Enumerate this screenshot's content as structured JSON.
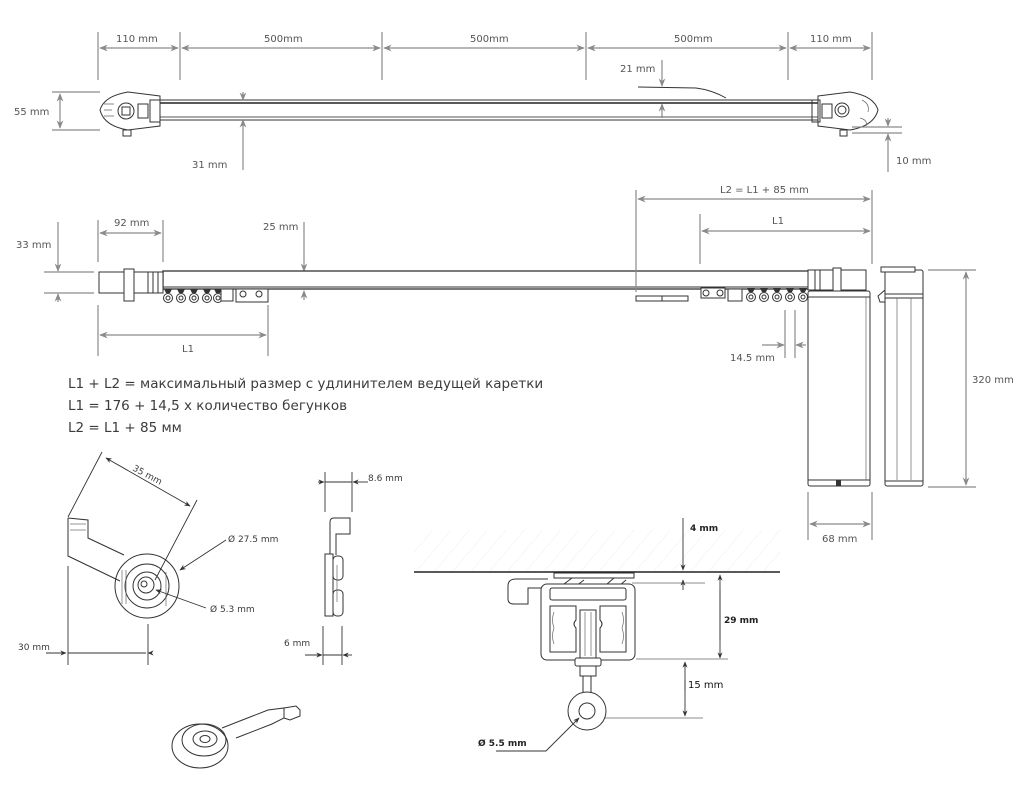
{
  "colors": {
    "dimension_line": "#8a8a8a",
    "drawing_line": "#333333",
    "label_text": "#555555",
    "background": "#ffffff"
  },
  "top_view": {
    "segments": [
      "110 mm",
      "500mm",
      "500mm",
      "500mm",
      "110 mm"
    ],
    "height_label": "55 mm",
    "rail_width_label": "31 mm",
    "overlap_label": "21 mm",
    "offset_label": "10 mm"
  },
  "side_view": {
    "end_cap_label": "92 mm",
    "height_label": "33 mm",
    "rail_height_label": "25 mm",
    "l1_left_label": "L1",
    "l2_label": "L2 = L1 + 85 mm",
    "l1_right_label": "L1",
    "runner_pitch_label": "14.5 mm",
    "motor_height_label": "320 mm",
    "motor_width_label": "68 mm"
  },
  "formulas": [
    "L1 + L2 = максимальный размер с удлинителем ведущей каретки",
    "L1 = 176 + 14,5 x количество бегунков",
    "L2 = L1 + 85 мм"
  ],
  "runner_detail": {
    "length_label": "35 mm",
    "outer_diameter_label": "Ø 27.5 mm",
    "inner_diameter_label": "Ø 5.3 mm",
    "width_label": "30 mm"
  },
  "clip_detail": {
    "top_width_label": "8.6 mm",
    "bottom_width_label": "6 mm"
  },
  "profile_detail": {
    "gap_label": "4 mm",
    "profile_height_label": "29 mm",
    "hook_height_label": "15 mm",
    "ring_diameter_label": "Ø 5.5 mm"
  }
}
